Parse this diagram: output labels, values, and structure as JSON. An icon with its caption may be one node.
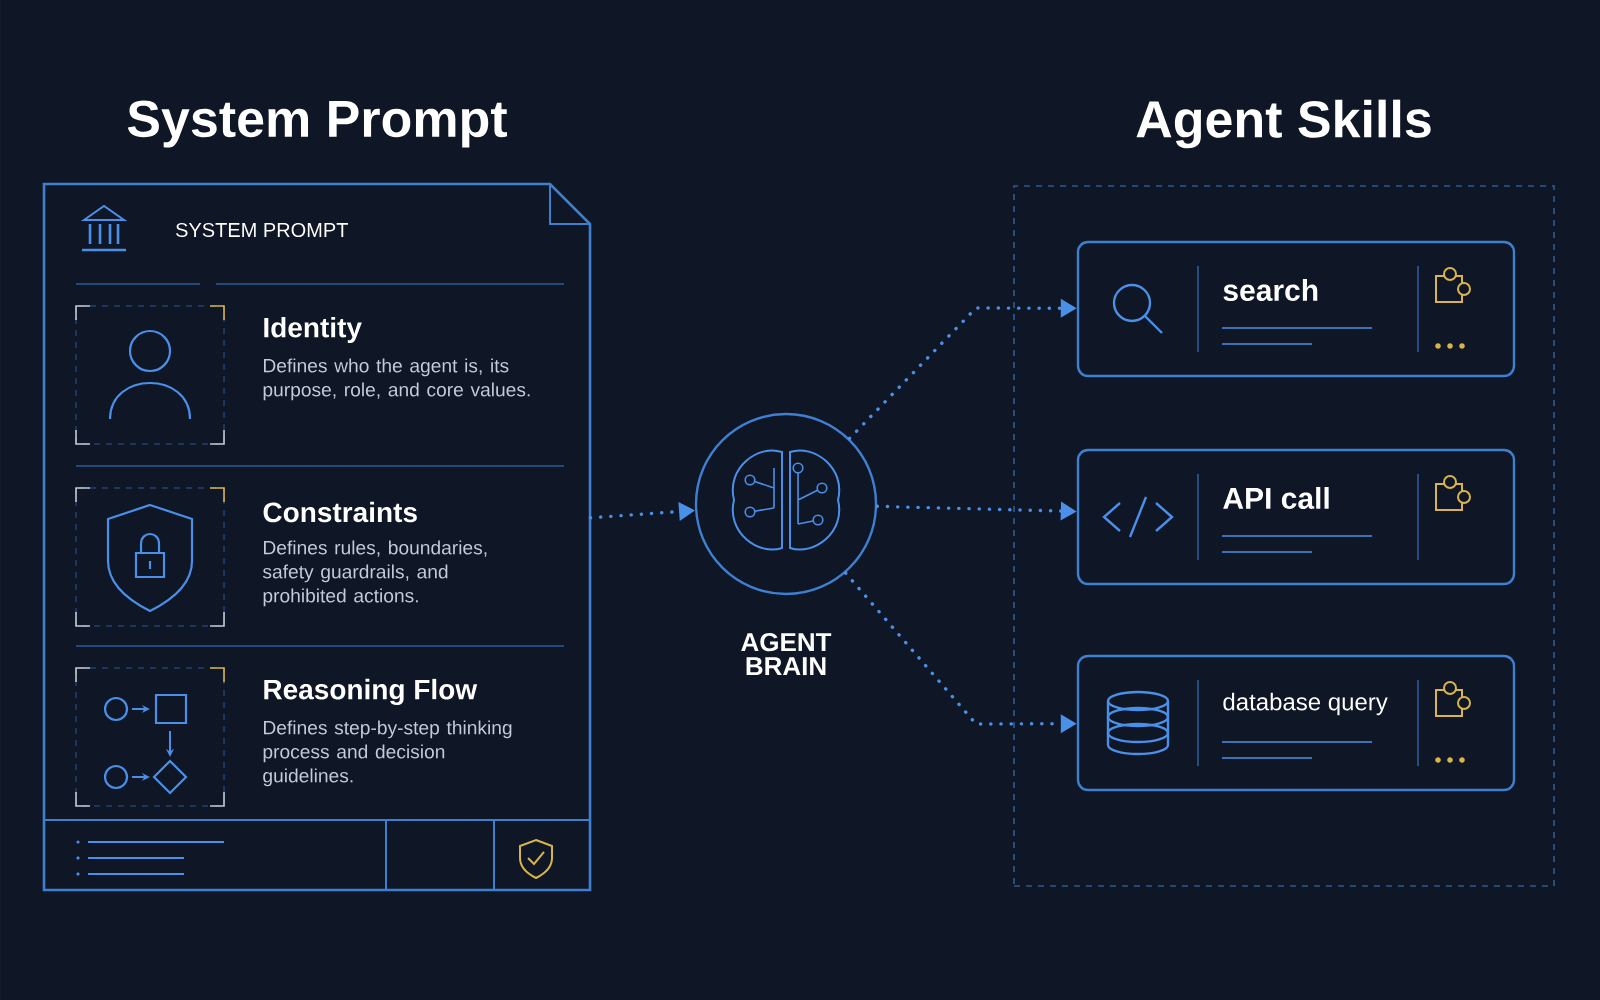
{
  "diagram": {
    "nodes": [
      {
        "text": [
          "System Prompt",
          "SYSTEM PROMPT"
        ]
      },
      {
        "text": [
          "Identity",
          "Defines who the agent is, its purpose, role, and core values."
        ],
        "in": 0
      },
      {
        "text": [
          "Constraints",
          "Defines rules, boundaries, safety guardrails, and prohibited actions."
        ],
        "in": 0
      },
      {
        "text": [
          "Reasoning Flow",
          "Defines step-by-step thinking process and decision guidelines."
        ],
        "in": 0
      },
      {
        "text": [],
        "shape": "circle",
        "beside": [
          "AGENT BRAIN"
        ]
      },
      {
        "text": [
          "Agent Skills"
        ]
      },
      {
        "text": [
          "search"
        ],
        "in": 5
      },
      {
        "text": [
          "API call"
        ],
        "in": 5
      },
      {
        "text": [
          "database query"
        ],
        "in": 5
      }
    ],
    "edges": [
      {
        "from": 0,
        "to": 4,
        "arrow": "to"
      },
      {
        "from": 4,
        "to": 6,
        "arrow": "to"
      },
      {
        "from": 4,
        "to": 7,
        "arrow": "to"
      },
      {
        "from": 4,
        "to": 8,
        "arrow": "to"
      }
    ]
  }
}
